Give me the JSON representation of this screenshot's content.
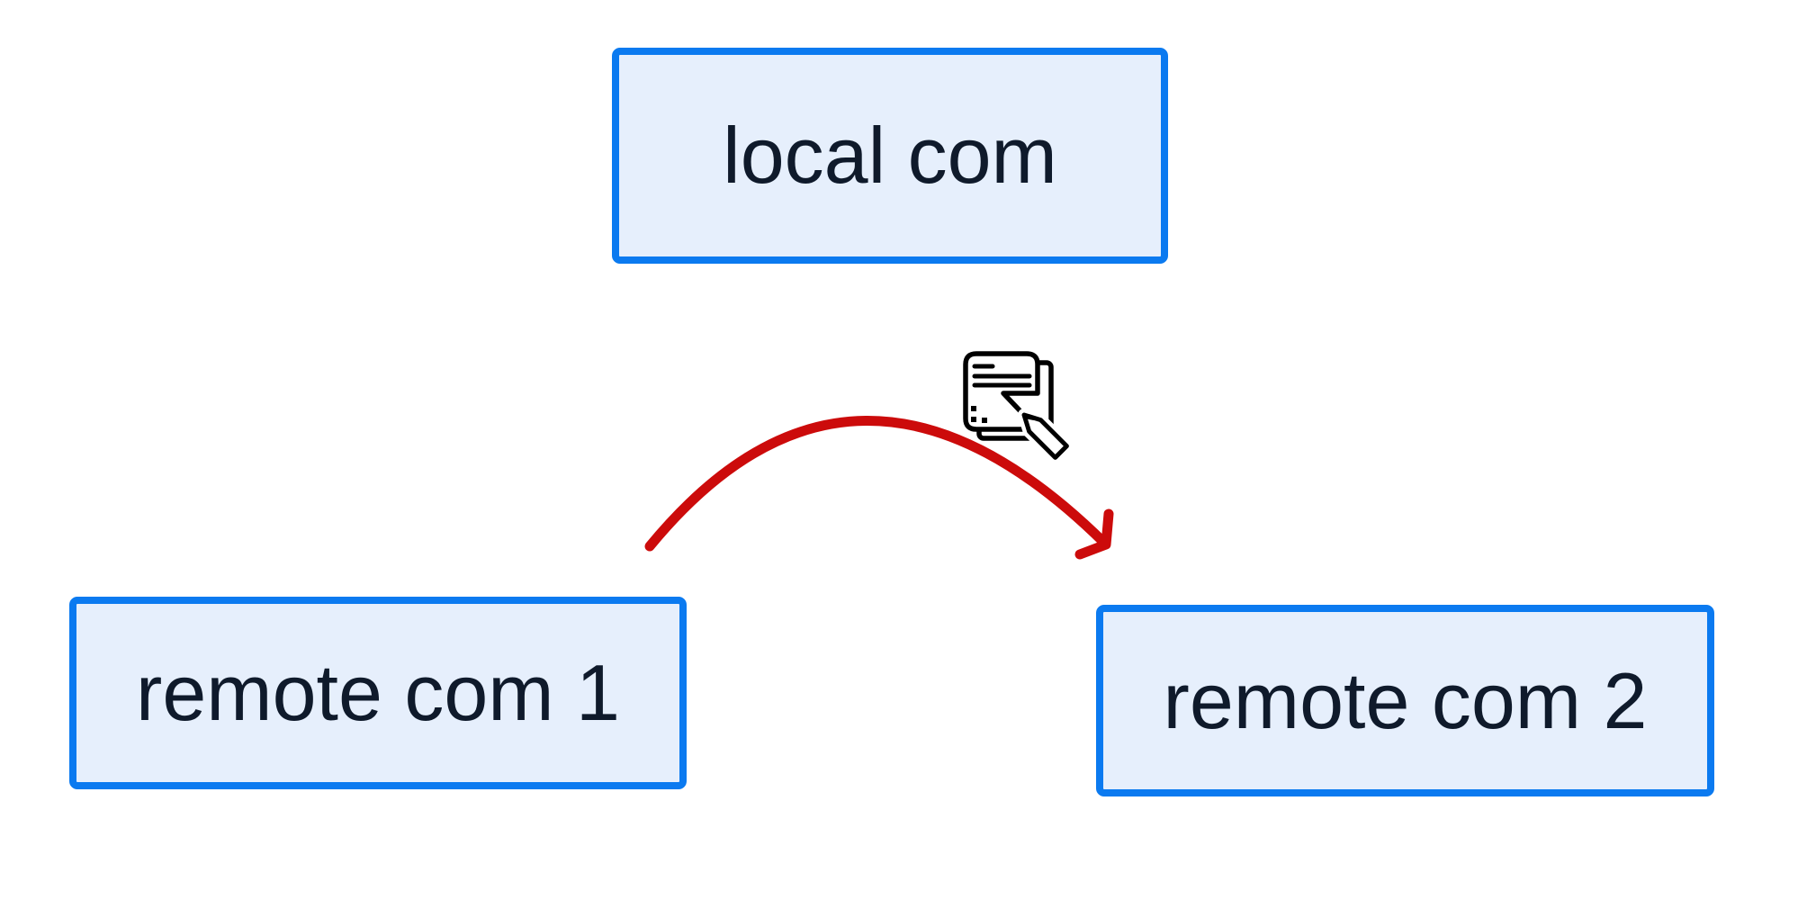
{
  "diagram": {
    "nodes": [
      {
        "id": "local-com",
        "label": "local com"
      },
      {
        "id": "remote-com-1",
        "label": "remote com 1"
      },
      {
        "id": "remote-com-2",
        "label": "remote com 2"
      }
    ],
    "edge": {
      "from": "remote com 1",
      "to": "remote com 2",
      "shape": "curved-arrow",
      "icon": "document-edit-icon"
    },
    "colors": {
      "node_border": "#0b7af0",
      "node_fill": "#e6effc",
      "node_text": "#0f1a2b",
      "arrow": "#cc0b0b",
      "icon": "#000000"
    }
  }
}
